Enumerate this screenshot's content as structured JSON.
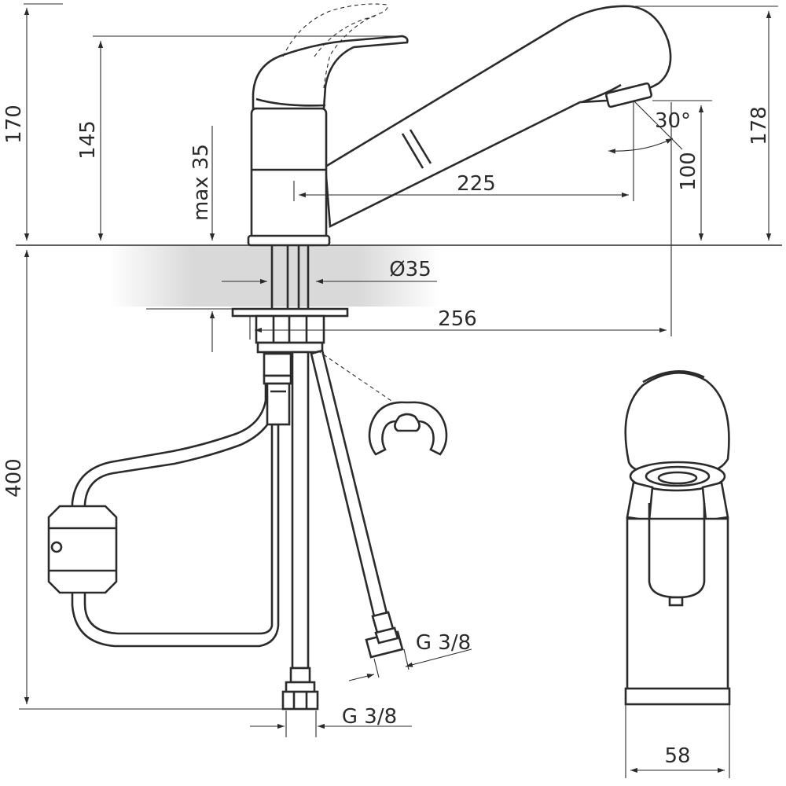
{
  "dimensions": {
    "overall_height": "170",
    "lever_height": "145",
    "max_counter_thickness": "max 35",
    "spout_reach_to_head": "225",
    "spray_angle": "30°",
    "head_height": "100",
    "total_height": "178",
    "hole_diameter": "Ø35",
    "spout_reach": "256",
    "hose_length": "400",
    "hose_thread_right": "G 3/8",
    "hose_thread_left": "G 3/8",
    "side_width": "58"
  },
  "colors": {
    "line": "#2b2b2b",
    "countertop_shade": "#d9d9d9"
  }
}
